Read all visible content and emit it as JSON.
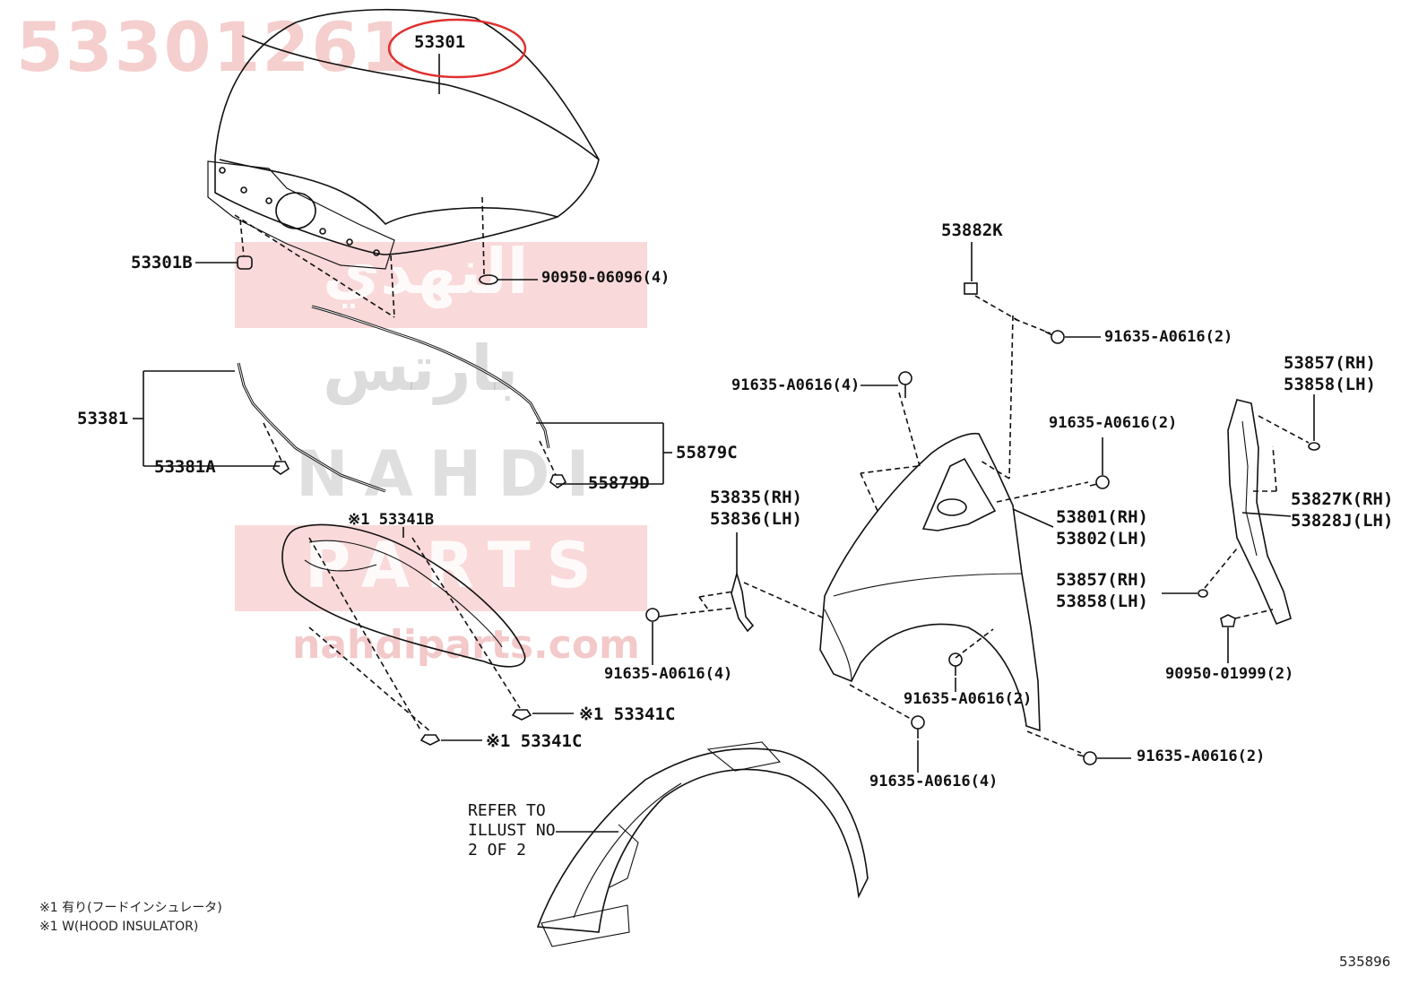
{
  "watermark": {
    "part_number": "53301261",
    "site": "nahdiparts.com",
    "brand_en": "NAHDI",
    "brand_en2": "PARTS",
    "brand_ar": "النهدي",
    "brand_ar2": "بارتس"
  },
  "callouts": {
    "hood": "53301",
    "hood_cushion": "53301B",
    "plug": "90950-06096(4)",
    "seal_a": "53381",
    "seal_a_clip": "53381A",
    "seal_b": "55879C",
    "seal_b_clip": "55879D",
    "insulator": "※1 53341B",
    "insulator_clip_1": "※1 53341C",
    "insulator_clip_2": "※1 53341C",
    "fender_cushion": "53882K",
    "bolt_1": "91635-A0616(2)",
    "bolt_2": "91635-A0616(4)",
    "bolt_3": "91635-A0616(2)",
    "bracket_rh": "53835(RH)",
    "bracket_lh": "53836(LH)",
    "fender_rh": "53801(RH)",
    "fender_lh": "53802(LH)",
    "seal_rh_top": "53857(RH)",
    "seal_lh_top": "53858(LH)",
    "seal_rh_mid": "53857(RH)",
    "seal_lh_mid": "53858(LH)",
    "protector_rh": "53827K(RH)",
    "protector_lh": "53828J(LH)",
    "bolt_4": "91635-A0616(4)",
    "bolt_5": "91635-A0616(2)",
    "bolt_6": "91635-A0616(4)",
    "bolt_7": "91635-A0616(2)",
    "clip": "90950-01999(2)",
    "refer_1": "REFER TO",
    "refer_2": "ILLUST NO",
    "refer_3": "2 OF 2"
  },
  "footnotes": {
    "line_1": "※1 有り(フードインシュレータ)",
    "line_2": "※1 W(HOOD INSULATOR)"
  },
  "illustration_id": "535896",
  "highlight_color": "#e03030"
}
